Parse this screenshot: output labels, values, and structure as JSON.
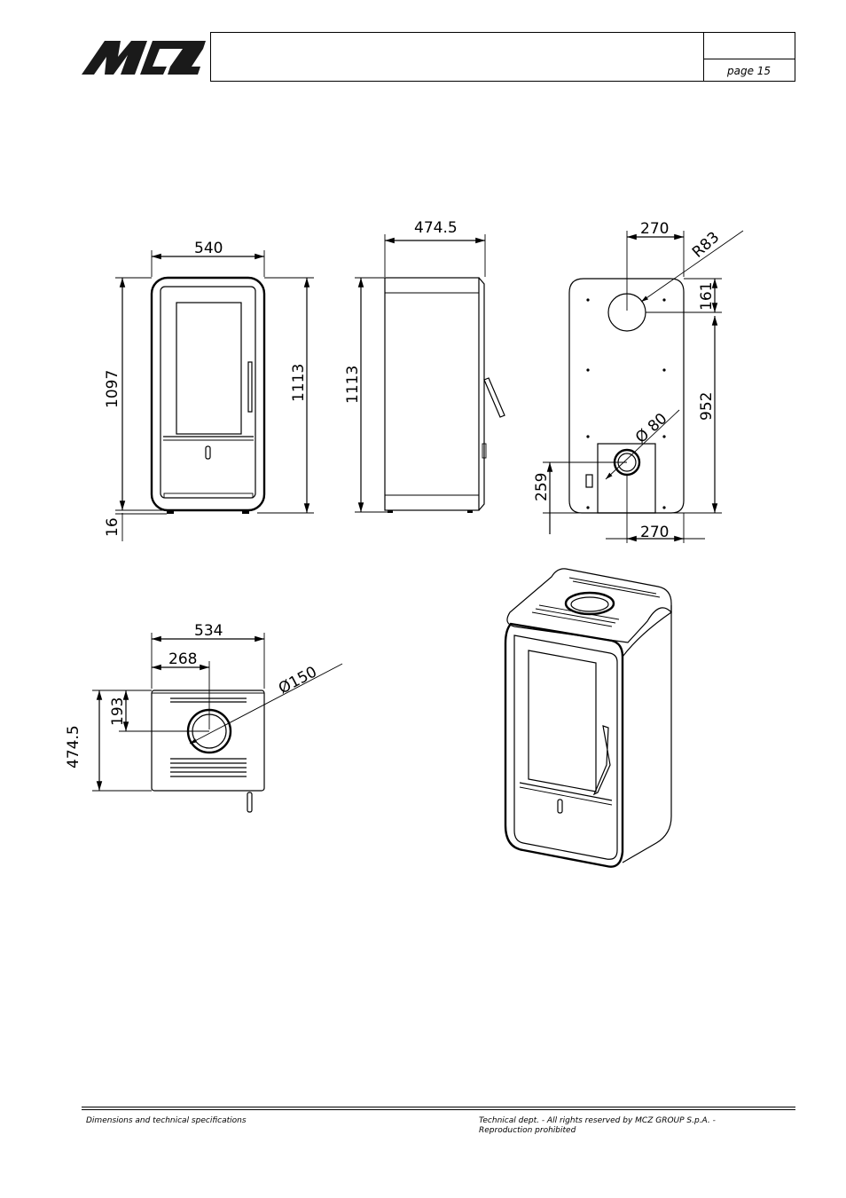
{
  "header": {
    "logo_text": "MCZ",
    "page_label": "page 15"
  },
  "dimensions": {
    "front_width": "540",
    "front_height_inner": "1097",
    "front_height_total": "1113",
    "front_feet": "16",
    "side_depth": "474.5",
    "side_height": "1113",
    "back_flue_offset_x": "270",
    "back_radius": "R83",
    "back_flue_top": "161",
    "back_flue_height": "952",
    "back_inlet_diameter": "Ø 80",
    "back_inlet_height": "259",
    "back_inlet_offset_x": "270",
    "top_width": "534",
    "top_flue_offset_x": "268",
    "top_flue_offset_y": "193",
    "top_depth": "474.5",
    "top_flue_diameter": "Ø150"
  },
  "footer": {
    "left": "Dimensions and technical specifications",
    "right": "Technical dept. - All rights reserved by MCZ GROUP S.p.A. - Reproduction prohibited"
  }
}
